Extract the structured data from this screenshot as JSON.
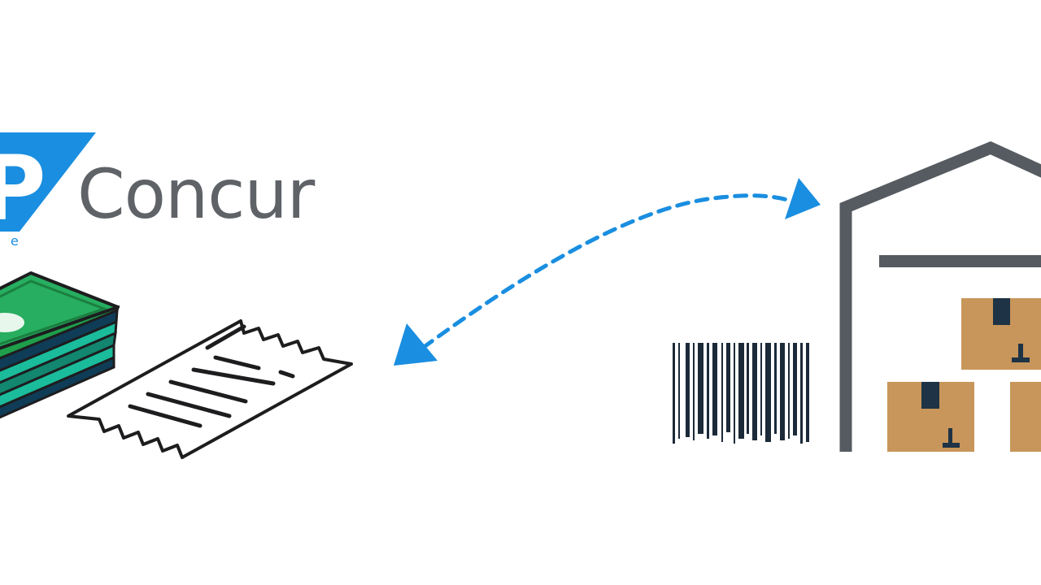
{
  "logo": {
    "brand_text": "Concur",
    "partial_glyph": "P",
    "small_mark": "e",
    "colors": {
      "blue": "#1a8ee0",
      "blue_dark": "#0b63b6",
      "text_gray": "#5f6368"
    }
  },
  "icons": {
    "money": "money-stack-icon",
    "receipt": "receipt-icon",
    "sync": "bidirectional-arrow-icon",
    "barcode": "barcode-icon",
    "warehouse": "warehouse-icon",
    "boxes": "cardboard-box-icon"
  },
  "colors": {
    "money_green": "#1f9e4b",
    "money_teal": "#1abc9c",
    "money_dark": "#0f3d57",
    "outline": "#1d1d1f",
    "arrow_blue": "#1a8ee0",
    "warehouse_gray": "#555b61",
    "box_brown": "#c8955a",
    "box_tape": "#1e3345",
    "barcode": "#1c2a3a"
  }
}
